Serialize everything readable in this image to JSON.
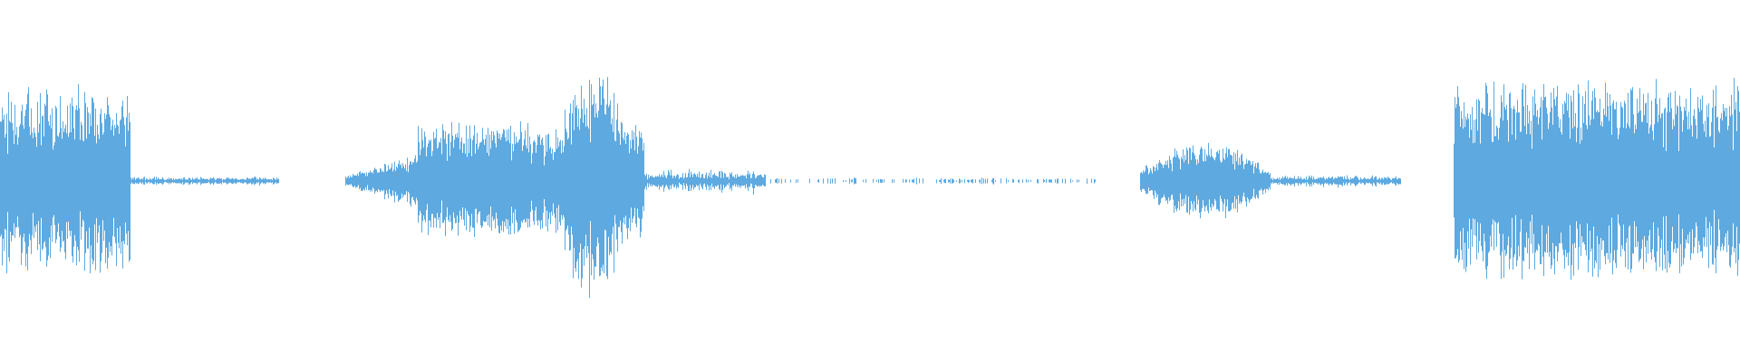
{
  "waveform": {
    "color": "#5DA9E0",
    "background": "#FFFFFF",
    "style": "mirrored-amplitude",
    "segments": [
      {
        "start": 0.0,
        "end": 0.075,
        "amp": 0.72,
        "kind": "loud"
      },
      {
        "start": 0.075,
        "end": 0.16,
        "amp": 0.03,
        "kind": "quiet"
      },
      {
        "start": 0.198,
        "end": 0.24,
        "amp": 0.22,
        "kind": "rise"
      },
      {
        "start": 0.24,
        "end": 0.32,
        "amp": 0.45,
        "kind": "loud"
      },
      {
        "start": 0.32,
        "end": 0.37,
        "amp": 0.92,
        "kind": "peak"
      },
      {
        "start": 0.37,
        "end": 0.44,
        "amp": 0.08,
        "kind": "quiet"
      },
      {
        "start": 0.44,
        "end": 0.63,
        "amp": 0.02,
        "kind": "sparse"
      },
      {
        "start": 0.655,
        "end": 0.73,
        "amp": 0.25,
        "kind": "medium"
      },
      {
        "start": 0.73,
        "end": 0.805,
        "amp": 0.04,
        "kind": "quiet"
      },
      {
        "start": 0.835,
        "end": 1.0,
        "amp": 0.78,
        "kind": "loud"
      }
    ]
  }
}
